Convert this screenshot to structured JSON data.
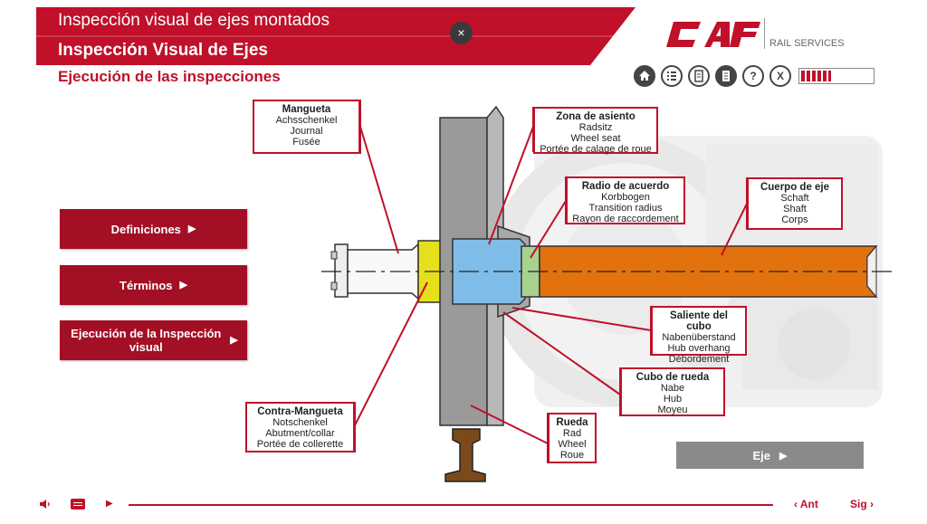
{
  "header": {
    "course_title": "Inspección visual de ejes montados",
    "module_title": "Inspección Visual de Ejes",
    "section_title": "Ejecución de las inspecciones",
    "close_label": "×"
  },
  "logo": {
    "brand": "CAF",
    "subtitle": "RAIL SERVICES"
  },
  "toolbar": {
    "icons": [
      "home-icon",
      "index-icon",
      "document-icon",
      "glossary-icon",
      "help-icon",
      "exit-icon"
    ],
    "help_label": "?",
    "exit_label": "X",
    "progress": 0.45
  },
  "menu": {
    "definiciones": "Definiciones",
    "terminos": "Términos",
    "ejecucion": "Ejecución de la Inspección visual",
    "arrow": "▶"
  },
  "callouts": {
    "mangueta": {
      "title": "Mangueta",
      "lines": [
        "Achsschenkel",
        "Journal",
        "Fusée"
      ]
    },
    "zona_asiento": {
      "title": "Zona de asiento",
      "lines": [
        "Radsitz",
        "Wheel seat",
        "Portée de calage de roue"
      ]
    },
    "radio_acuerdo": {
      "title": "Radio de acuerdo",
      "lines": [
        "Korbbogen",
        "Transition radius",
        "Rayon de raccordement"
      ]
    },
    "cuerpo_eje": {
      "title": "Cuerpo de eje",
      "lines": [
        "Schaft",
        "Shaft",
        "Corps"
      ]
    },
    "saliente_cubo": {
      "title": "Saliente del cubo",
      "lines": [
        "Nabenüberstand",
        "Hub overhang",
        "Débordement"
      ]
    },
    "cubo_rueda": {
      "title": "Cubo de rueda",
      "lines": [
        "Nabe",
        "Hub",
        "Moyeu"
      ]
    },
    "rueda": {
      "title": "Rueda",
      "lines": [
        "Rad",
        "Wheel",
        "Roue"
      ]
    },
    "contra_mangueta": {
      "title": "Contra-Mangueta",
      "lines": [
        "Notschenkel",
        "Abutment/collar",
        "Portée de collerette"
      ]
    }
  },
  "eje_button": {
    "label": "Eje",
    "arrow": "▶"
  },
  "footer": {
    "audio_icon": "speaker-icon",
    "subtitle_icon": "subtitles-icon",
    "play_label": "▶",
    "prev_label": "‹ Ant",
    "next_label": "Sig ›"
  },
  "colors": {
    "brand_red": "#c0102a",
    "journal_yellow": "#e6e01c",
    "wheel_seat_blue": "#7fbde8",
    "transition_green": "#a9d18e",
    "axle_body_orange": "#e2720d"
  }
}
